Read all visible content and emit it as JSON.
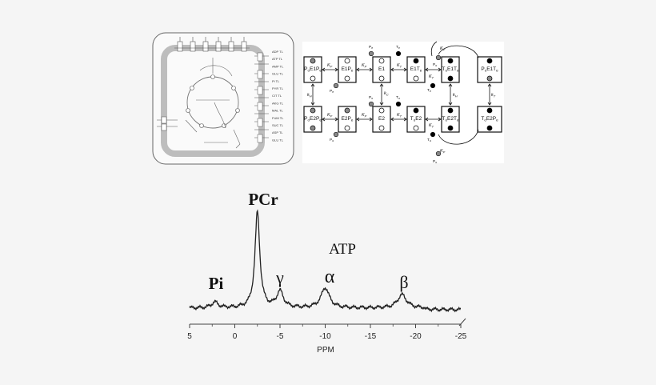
{
  "figure": {
    "cell_diagram": {
      "right_labels": [
        "ADP TL",
        "ATP TL",
        "AMP TL",
        "GLU TL",
        "Pi TL",
        "PYR TL",
        "CIT TL",
        "AKG TL",
        "MAL TL",
        "FUM TL",
        "SUC TL",
        "ASP TL",
        "GLU TL"
      ]
    },
    "kinetic_scheme": {
      "top_boxes": [
        {
          "main": "P",
          "sub1": "o",
          "mid": "E1P",
          "sub2": "e"
        },
        {
          "main": "E1P",
          "sub1": "e",
          "mid": "",
          "sub2": ""
        },
        {
          "main": "E1",
          "sub1": "",
          "mid": "",
          "sub2": ""
        },
        {
          "main": "E1T",
          "sub1": "e",
          "mid": "",
          "sub2": ""
        },
        {
          "main": "T",
          "sub1": "o",
          "mid": "E1T",
          "sub2": "e"
        },
        {
          "main": "P",
          "sub1": "o",
          "mid": "E1T",
          "sub2": "e"
        }
      ],
      "bottom_boxes": [
        {
          "main": "P",
          "sub1": "o",
          "mid": "E2P",
          "sub2": "e"
        },
        {
          "main": "E2P",
          "sub1": "e",
          "mid": "",
          "sub2": ""
        },
        {
          "main": "E2",
          "sub1": "",
          "mid": "",
          "sub2": ""
        },
        {
          "main": "T",
          "sub1": "o",
          "mid": "E2",
          "sub2": ""
        },
        {
          "main": "T",
          "sub1": "o",
          "mid": "E2T",
          "sub2": "e"
        },
        {
          "main": "T",
          "sub1": "o",
          "mid": "E2P",
          "sub2": "e"
        }
      ],
      "k_labels": {
        "kp": "K",
        "kp_sub": "P",
        "kt": "K",
        "kt_sub": "T",
        "kh": "k",
        "kh_sub": "H",
        "kc": "k",
        "kc_sub": "C",
        "kT": "k",
        "kT_sub": "T"
      },
      "ligand_labels": {
        "P": "P",
        "T": "T",
        "e": "e",
        "o": "o"
      }
    },
    "spectrum": {
      "peak_labels": {
        "pi": "Pi",
        "pcr": "PCr",
        "gamma": "γ",
        "alpha": "α",
        "beta": "β",
        "atp": "ATP"
      },
      "x_axis_title": "PPM",
      "x_ticks": [
        "5",
        "0",
        "-5",
        "-10",
        "-15",
        "-20",
        "-25"
      ]
    }
  },
  "chart_data": {
    "type": "line",
    "title": "",
    "xlabel": "PPM",
    "ylabel": "",
    "xlim": [
      5,
      -25
    ],
    "x_reversed": true,
    "grid": false,
    "tick_labels": [
      "5",
      "0",
      "-5",
      "-10",
      "-15",
      "-20",
      "-25"
    ],
    "peaks": [
      {
        "label": "Pi",
        "ppm": 2.2,
        "height": 0.06
      },
      {
        "label": "PCr",
        "ppm": -2.5,
        "height": 1.0
      },
      {
        "label": "γ",
        "ppm": -5.0,
        "height": 0.17
      },
      {
        "label": "α",
        "ppm": -10.0,
        "height": 0.21
      },
      {
        "label": "β",
        "ppm": -18.5,
        "height": 0.14
      }
    ],
    "annotations": [
      "ATP"
    ]
  }
}
